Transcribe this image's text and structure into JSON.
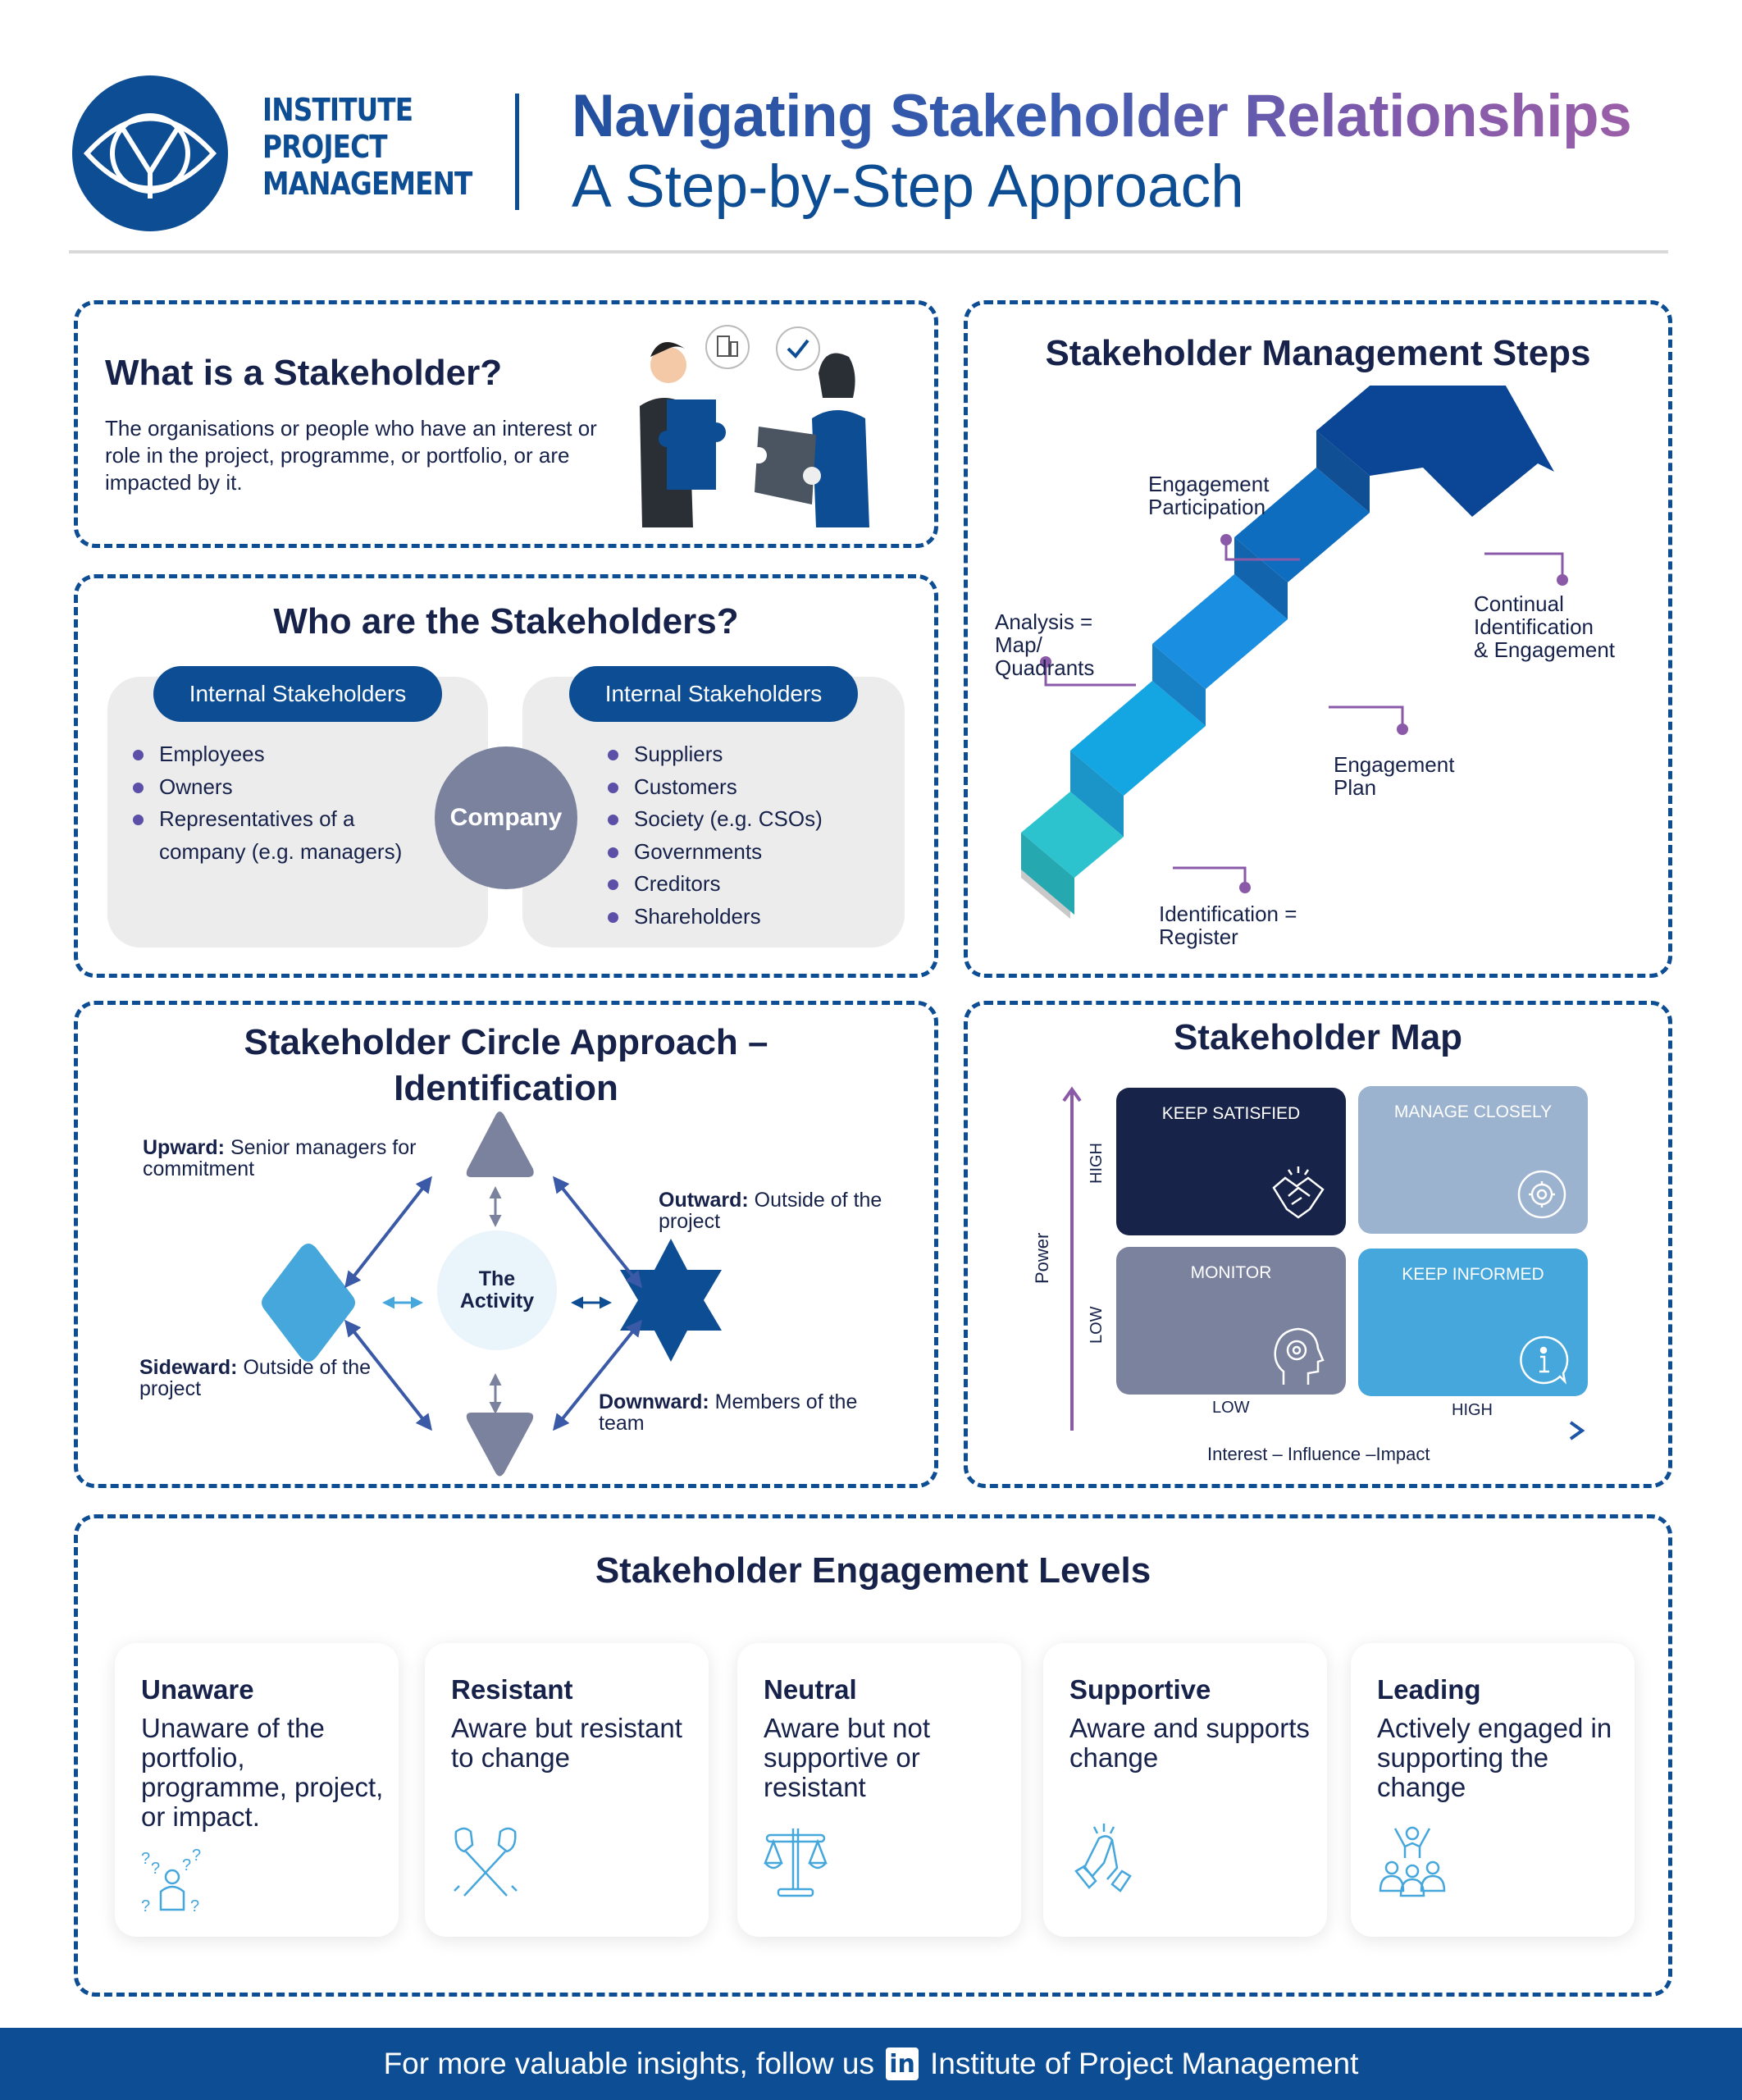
{
  "header": {
    "logo_lines": [
      "INSTITUTE",
      "PROJECT",
      "MANAGEMENT"
    ],
    "title": "Navigating Stakeholder Relationships",
    "subtitle": "A Step-by-Step Approach"
  },
  "what_is": {
    "title": "What is a Stakeholder?",
    "description": "The organisations or people who have an interest or role in the project, programme, or portfolio, or are impacted by it."
  },
  "who": {
    "title": "Who are the Stakeholders?",
    "center": "Company",
    "groups": [
      {
        "label": "Internal Stakeholders",
        "items": [
          "Employees",
          "Owners",
          "Representatives of a company (e.g. managers)"
        ]
      },
      {
        "label": "Internal Stakeholders",
        "items": [
          "Suppliers",
          "Customers",
          "Society (e.g. CSOs)",
          "Governments",
          "Creditors",
          "Shareholders"
        ]
      }
    ]
  },
  "steps": {
    "title": "Stakeholder Management Steps",
    "labels": {
      "identification": "Identification =\nRegister",
      "analysis": "Analysis =\nMap/\nQuadrants",
      "plan": "Engagement\nPlan",
      "participation": "Engagement\nParticipation",
      "continual": "Continual\nIdentification\n& Engagement"
    },
    "step_colors": [
      "#2cc3cf",
      "#14a6e2",
      "#1a8ee0",
      "#0e6dbf",
      "#0d4d9f",
      "#0a4596"
    ]
  },
  "circle": {
    "title_line1": "Stakeholder Circle Approach –",
    "title_line2": "Identification",
    "center": "The\nActivity",
    "directions": [
      {
        "key": "Upward:",
        "text": "Senior managers for commitment"
      },
      {
        "key": "Outward:",
        "text": "Outside of the project"
      },
      {
        "key": "Sideward:",
        "text": "Outside of the project"
      },
      {
        "key": "Downward:",
        "text": "Members of the team"
      }
    ]
  },
  "map": {
    "title": "Stakeholder Map",
    "y_axis": "Power",
    "x_axis": "Interest – Influence –Impact",
    "y_ticks": [
      "HIGH",
      "LOW"
    ],
    "x_ticks": [
      "LOW",
      "HIGH"
    ],
    "quadrants": [
      {
        "label": "KEEP SATISFIED",
        "icon": "handshake-icon",
        "color": "#18234a"
      },
      {
        "label": "MANAGE CLOSELY",
        "icon": "gear-cycle-icon",
        "color": "#9bb3cf"
      },
      {
        "label": "MONITOR",
        "icon": "head-gear-icon",
        "color": "#7b829e"
      },
      {
        "label": "KEEP INFORMED",
        "icon": "info-bubble-icon",
        "color": "#45a7dc"
      }
    ]
  },
  "engagement": {
    "title": "Stakeholder Engagement Levels",
    "levels": [
      {
        "title": "Unaware",
        "desc": "Unaware of the portfolio, programme, project, or impact.",
        "icon": "confused-person-icon"
      },
      {
        "title": "Resistant",
        "desc": "Aware but resistant to change",
        "icon": "crossed-fists-icon"
      },
      {
        "title": "Neutral",
        "desc": "Aware but not supportive or resistant",
        "icon": "balance-scale-icon"
      },
      {
        "title": "Supportive",
        "desc": "Aware and supports change",
        "icon": "clasped-hands-icon"
      },
      {
        "title": "Leading",
        "desc": "Actively engaged in supporting the change",
        "icon": "leader-group-icon"
      }
    ]
  },
  "footer": {
    "text_before": "For more valuable insights, follow us",
    "linkedin_glyph": "in",
    "text_after": "Institute of Project Management"
  },
  "colors": {
    "brand_blue": "#0d4d93",
    "navy_text": "#17224a",
    "purple_accent": "#8a5aa8",
    "light_blue": "#45a7dc",
    "slate": "#7b829e"
  }
}
